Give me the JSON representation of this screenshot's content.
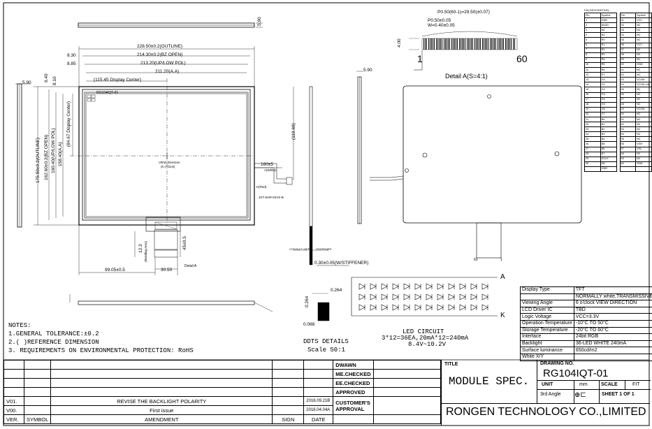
{
  "front_dims": {
    "outline_w": "228.50±0.2(OUTLINE)",
    "bz_open_w": "214.30±0.2(BZ OPEN)",
    "up_low_pol_w": "213.20(UP/LOW POL)",
    "aa_w": "211.20(A.A)",
    "display_center_x": "(115.45 Display Center)",
    "left_offset_1": "8.30",
    "left_offset_2": "8.85",
    "thickness_top": "5.90",
    "outline_h": "175.50±0.2(OUTLINE)",
    "bz_open_h": "162.60±0.2(BZ OPEN)",
    "up_low_pol_h": "160.40(UP/LOW POL)",
    "aa_h": "158.40(A.A)",
    "display_center_y": "(84.67 Display Center)",
    "top_offset_1": "6.40",
    "top_offset_2": "8.10",
    "side_thickness": "5.90",
    "fpc_right": "(119.69)",
    "wire_len": "160±5",
    "wire_white": "A(White)",
    "wire_red": "K(Red)",
    "connector": "JST-SHR-02VS-B",
    "view_direction": "VIEW Direction",
    "view_clock": "(6 o'clock)",
    "fpc_bend_h": "12.3",
    "fpc_bend_label": "(Bending Area)",
    "fpc_len": "45±0.5",
    "fpc_pos": "99.05±0.5",
    "fpc_w": "30.50",
    "detail_a": "Detail A",
    "label_mark": "RG104IQT-01",
    "contact_side": "CONTACT SIDE",
    "stiffener": "STIFFENER",
    "stiffener_thk": "0.30±0.05(W/STIFFENER)",
    "side_thk_right": "5.90"
  },
  "detail_a": {
    "pitch": "P0.50(60-1)=29.50(±0.07)",
    "pitch_tol": "P0.50±0.05",
    "width": "W=0.40±0.05",
    "height": "4.00",
    "pin_first": "1",
    "pin_last": "60",
    "title": "Detail A(S=4:1)"
  },
  "ddts": {
    "dim_top": "0.264",
    "dim_left": "0.264",
    "dim_bottom": "0.088",
    "title": "DDTS DETAILS",
    "scale": "Scale 50:1"
  },
  "led": {
    "title": "LED CIRCUIT",
    "line1": "3*12=36EA,20mA*12=240mA",
    "line2": "8.4V~10.2V",
    "anode": "A",
    "cathode": "K"
  },
  "notes": [
    "NOTES:",
    "1.GENERAL TOLERANCE:±0.2",
    "2.( )REFERENCE DIMENSION",
    "3. REQUIREMENTS ON ENVIRONMENTAL PROTECTION: RoHS"
  ],
  "pin_table": {
    "title": "PIN DESCRIPTION",
    "header": [
      "Pin",
      "Symbol",
      "Pin",
      "Symbol"
    ],
    "rows": [
      [
        "1",
        "GND",
        "31",
        "VCC"
      ],
      [
        "2",
        "AVDD",
        "32",
        "NC"
      ],
      [
        "3",
        "NC",
        "33",
        "NC"
      ],
      [
        "4",
        "NC",
        "34",
        "NC"
      ],
      [
        "5",
        "R0",
        "35",
        "NC"
      ],
      [
        "6",
        "R1",
        "36",
        "VCC"
      ],
      [
        "7",
        "R2",
        "37",
        "NC"
      ],
      [
        "8",
        "R3",
        "38",
        "NC"
      ],
      [
        "9",
        "R4",
        "39",
        "NC"
      ],
      [
        "10",
        "R5",
        "40",
        "GND"
      ],
      [
        "11",
        "R6",
        "41",
        "NC"
      ],
      [
        "12",
        "R7",
        "42",
        "NC"
      ],
      [
        "13",
        "G0",
        "43",
        "VCOM"
      ],
      [
        "14",
        "G1",
        "44",
        "VCOM out"
      ],
      [
        "15",
        "G2",
        "45",
        "NC"
      ],
      [
        "16",
        "G3",
        "46",
        "NC"
      ],
      [
        "17",
        "G4",
        "47",
        "NC"
      ],
      [
        "18",
        "G5",
        "48",
        "NC"
      ],
      [
        "19",
        "G6",
        "49",
        "VCOM"
      ],
      [
        "20",
        "G7",
        "50",
        "NC"
      ],
      [
        "21",
        "B0",
        "51",
        "NC"
      ],
      [
        "22",
        "B1",
        "52",
        "NC"
      ],
      [
        "23",
        "B2",
        "53",
        "NC"
      ],
      [
        "24",
        "B3",
        "54",
        "NC"
      ],
      [
        "25",
        "B4",
        "55",
        "NC"
      ],
      [
        "26",
        "B5",
        "56",
        "VGH"
      ],
      [
        "27",
        "B6",
        "57",
        "VGL"
      ],
      [
        "28",
        "B7",
        "58",
        "NC"
      ],
      [
        "29",
        "DCLK",
        "59",
        "NC"
      ],
      [
        "30",
        "DE",
        "60",
        "GND"
      ],
      [
        "",
        "GND",
        "",
        ""
      ]
    ]
  },
  "spec_table": [
    [
      "Display Type",
      "TFT"
    ],
    [
      "",
      "NORMALLY white,TRANSMISSIVE"
    ],
    [
      "Viewing Angle",
      "6  o'clock  VIEW DIRECTION"
    ],
    [
      "LCD Driver IC",
      "TBD"
    ],
    [
      "Logic Voltage",
      "VCC=3.3V"
    ],
    [
      "Operation Temperature",
      "-10°C  TO  50°C"
    ],
    [
      "Storage Temperature",
      "-20°C  TO  60°C"
    ],
    [
      "Interface",
      "24bit  RGB"
    ],
    [
      "Backlight",
      "36-LED  WHITE  240mA"
    ],
    [
      "Surface  luminance",
      "650cd/m2"
    ],
    [
      "White  X/Y",
      ""
    ]
  ],
  "revision_block": {
    "rows": [
      {
        "ver": "V01.",
        "amend": "REVISE THE BACKLIGHT POLARITY",
        "sign": "",
        "date": "2016.09.21B"
      },
      {
        "ver": "V00.",
        "amend": "First issue",
        "sign": "",
        "date": "2016.04.04A"
      }
    ],
    "header": {
      "ver": "VER.",
      "symbol": "SYMBOL",
      "amend": "AMENDMENT",
      "sign": "SIGN",
      "date": "DATE"
    },
    "approvals": [
      "DWAWN",
      "ME.CHECKED",
      "EE.CHECKED",
      "APPROVED"
    ],
    "customer": "CUSTOMER'S\nAPPROVAL"
  },
  "title_block": {
    "title_label": "TITLE",
    "title": "MODULE  SPEC.",
    "drawing_no_label": "DRAWING  NO.",
    "drawing_no": "RG104IQT-01",
    "unit_label": "UNIT",
    "unit": "mm",
    "scale_label": "SCALE",
    "scale": "FIT",
    "angle": "3rd Angle",
    "sheet": "SHEET  1  OF  1",
    "company": "RONGEN TECHNOLOGY CO.,LIMITED"
  },
  "back_view": {
    "pin_1": "60",
    "pin_60": "1"
  }
}
